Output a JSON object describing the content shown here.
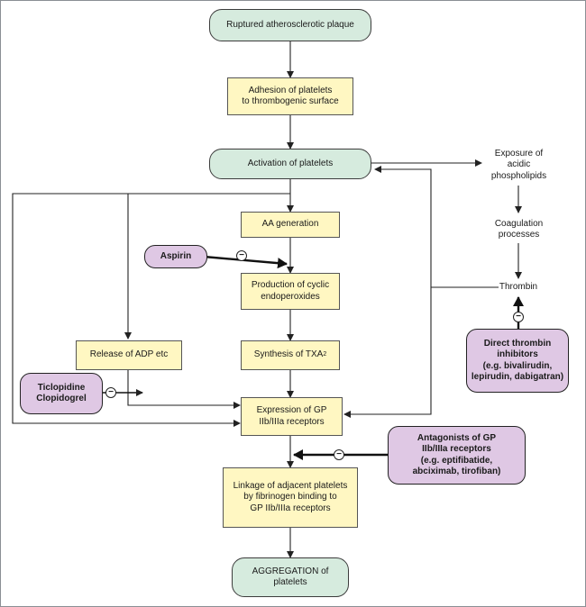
{
  "nodes": {
    "ruptured_plaque": "Ruptured atherosclerotic plaque",
    "adhesion": "Adhesion of platelets\nto thrombogenic surface",
    "activation": "Activation of platelets",
    "aa_generation": "AA generation",
    "production": "Production of cyclic\nendoperoxides",
    "synthesis_prefix": "Synthesis of TXA",
    "synthesis_sub": "2",
    "release_adp": "Release of ADP etc",
    "expression_gp": "Expression of GP\nIIb/IIIa receptors",
    "linkage": "Linkage of adjacent platelets\nby fibrinogen binding to\nGP IIb/IIIa receptors",
    "aggregation": "AGGREGATION of\nplatelets",
    "exposure": "Exposure of\nacidic\nphospholipids",
    "coagulation": "Coagulation\nprocesses",
    "thrombin": "Thrombin"
  },
  "inhibitors": {
    "aspirin": "Aspirin",
    "ticlopidine": "Ticlopidine\nClopidogrel",
    "thrombin_inhibitors": "Direct thrombin\ninhibitors\n(e.g. bivalirudin,\nlepirudin, dabigatran)",
    "gp_antagonists": "Antagonists of GP\nIIb/IIIa receptors\n(e.g. eptifibatide,\nabciximab, tirofiban)"
  },
  "inhibit_symbol": "−",
  "colors": {
    "start_end_fill": "#d6ebde",
    "process_fill": "#fff7c2",
    "drug_fill": "#dfc8e4",
    "frame": "#8a8f94"
  }
}
